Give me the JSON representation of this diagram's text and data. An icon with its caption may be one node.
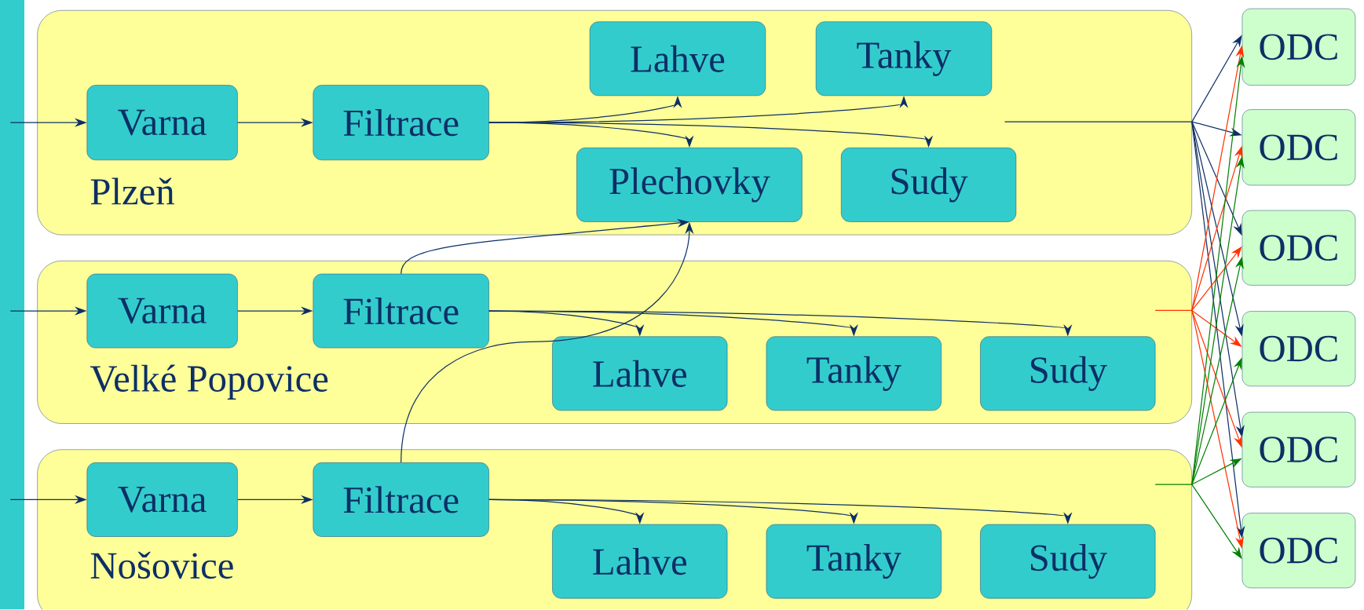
{
  "diagram": {
    "nodes": [
      {
        "text": [
          "Plzeň"
        ]
      },
      {
        "text": [
          "Varna"
        ],
        "in": 0
      },
      {
        "text": [
          "Filtrace"
        ],
        "in": 0
      },
      {
        "text": [
          "Lahve"
        ],
        "in": 0
      },
      {
        "text": [
          "Tanky"
        ],
        "in": 0
      },
      {
        "text": [
          "Plechovky"
        ],
        "in": 0
      },
      {
        "text": [
          "Sudy"
        ],
        "in": 0
      },
      {
        "text": [
          "Velké Popovice"
        ]
      },
      {
        "text": [
          "Varna"
        ],
        "in": 7
      },
      {
        "text": [
          "Filtrace"
        ],
        "in": 7
      },
      {
        "text": [
          "Lahve"
        ],
        "in": 7
      },
      {
        "text": [
          "Tanky"
        ],
        "in": 7
      },
      {
        "text": [
          "Sudy"
        ],
        "in": 7
      },
      {
        "text": [
          "Nošovice"
        ]
      },
      {
        "text": [
          "Varna"
        ],
        "in": 13
      },
      {
        "text": [
          "Filtrace"
        ],
        "in": 13
      },
      {
        "text": [
          "Lahve"
        ],
        "in": 13
      },
      {
        "text": [
          "Tanky"
        ],
        "in": 13
      },
      {
        "text": [
          "Sudy"
        ],
        "in": 13
      },
      {
        "text": [
          "ODC"
        ]
      },
      {
        "text": [
          "ODC"
        ]
      },
      {
        "text": [
          "ODC"
        ]
      },
      {
        "text": [
          "ODC"
        ]
      },
      {
        "text": [
          "ODC"
        ]
      },
      {
        "text": [
          "ODC"
        ]
      }
    ],
    "edges": [
      {
        "from": null,
        "to": 1,
        "arrow": "to"
      },
      {
        "from": 1,
        "to": 2,
        "arrow": "to"
      },
      {
        "from": 2,
        "to": 3,
        "arrow": "to"
      },
      {
        "from": 2,
        "to": 4,
        "arrow": "to"
      },
      {
        "from": 2,
        "to": 5,
        "arrow": "to"
      },
      {
        "from": 2,
        "to": 6,
        "arrow": "to"
      },
      {
        "from": null,
        "to": 8,
        "arrow": "to"
      },
      {
        "from": 8,
        "to": 9,
        "arrow": "to"
      },
      {
        "from": 9,
        "to": 5,
        "arrow": "to"
      },
      {
        "from": 9,
        "to": 10,
        "arrow": "to"
      },
      {
        "from": 9,
        "to": 11,
        "arrow": "to"
      },
      {
        "from": 9,
        "to": 12,
        "arrow": "to"
      },
      {
        "from": null,
        "to": 14,
        "arrow": "to"
      },
      {
        "from": 14,
        "to": 15,
        "arrow": "to"
      },
      {
        "from": 15,
        "to": 5,
        "arrow": "to"
      },
      {
        "from": 15,
        "to": 16,
        "arrow": "to"
      },
      {
        "from": 15,
        "to": 17,
        "arrow": "to"
      },
      {
        "from": 15,
        "to": 18,
        "arrow": "to"
      },
      {
        "from": 0,
        "to": 19,
        "arrow": "to"
      },
      {
        "from": 0,
        "to": 20,
        "arrow": "to"
      },
      {
        "from": 0,
        "to": 21,
        "arrow": "to"
      },
      {
        "from": 0,
        "to": 22,
        "arrow": "to"
      },
      {
        "from": 0,
        "to": 23,
        "arrow": "to"
      },
      {
        "from": 0,
        "to": 24,
        "arrow": "to"
      },
      {
        "from": 7,
        "to": 19,
        "arrow": "to",
        "color": "#ff3300"
      },
      {
        "from": 7,
        "to": 20,
        "arrow": "to",
        "color": "#ff3300"
      },
      {
        "from": 7,
        "to": 21,
        "arrow": "to",
        "color": "#ff3300"
      },
      {
        "from": 7,
        "to": 22,
        "arrow": "to",
        "color": "#ff3300"
      },
      {
        "from": 7,
        "to": 23,
        "arrow": "to",
        "color": "#ff3300"
      },
      {
        "from": 7,
        "to": 24,
        "arrow": "to",
        "color": "#ff3300"
      },
      {
        "from": 13,
        "to": 19,
        "arrow": "to",
        "color": "#008000"
      },
      {
        "from": 13,
        "to": 20,
        "arrow": "to",
        "color": "#008000"
      },
      {
        "from": 13,
        "to": 21,
        "arrow": "to",
        "color": "#008000"
      },
      {
        "from": 13,
        "to": 22,
        "arrow": "to",
        "color": "#008000"
      },
      {
        "from": 13,
        "to": 23,
        "arrow": "to",
        "color": "#008000"
      },
      {
        "from": 13,
        "to": 24,
        "arrow": "to",
        "color": "#008000"
      }
    ]
  }
}
